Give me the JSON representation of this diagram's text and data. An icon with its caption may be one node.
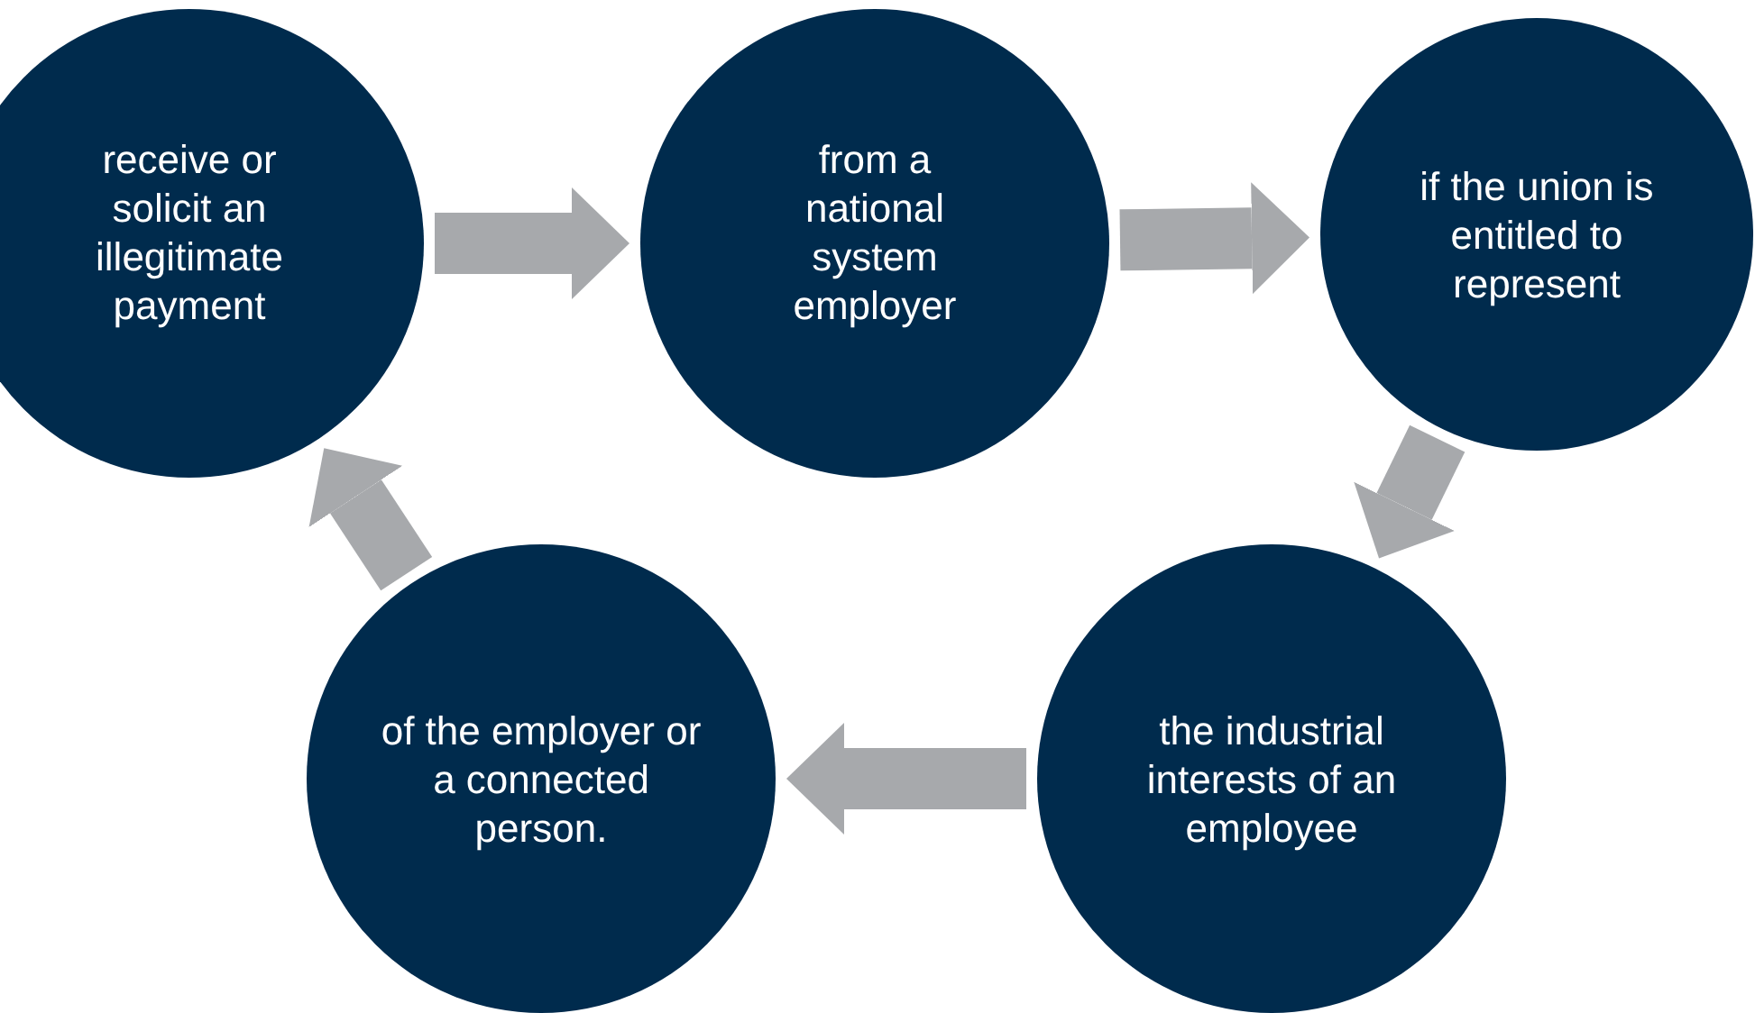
{
  "diagram": {
    "nodes": [
      {
        "text": [
          "receive or solicit an illegitimate payment"
        ]
      },
      {
        "text": [
          "from a national system employer"
        ]
      },
      {
        "text": [
          "if the union is entitled to represent"
        ]
      },
      {
        "text": [
          "the industrial interests of an employee"
        ]
      },
      {
        "text": [
          "of the employer or a connected person."
        ]
      }
    ],
    "edges": [
      {
        "from": 0,
        "to": 1,
        "arrow": "to"
      },
      {
        "from": 1,
        "to": 2,
        "arrow": "to"
      },
      {
        "from": 2,
        "to": 3,
        "arrow": "to"
      },
      {
        "from": 3,
        "to": 4,
        "arrow": "to"
      },
      {
        "from": 4,
        "to": 0,
        "arrow": "to"
      }
    ]
  }
}
